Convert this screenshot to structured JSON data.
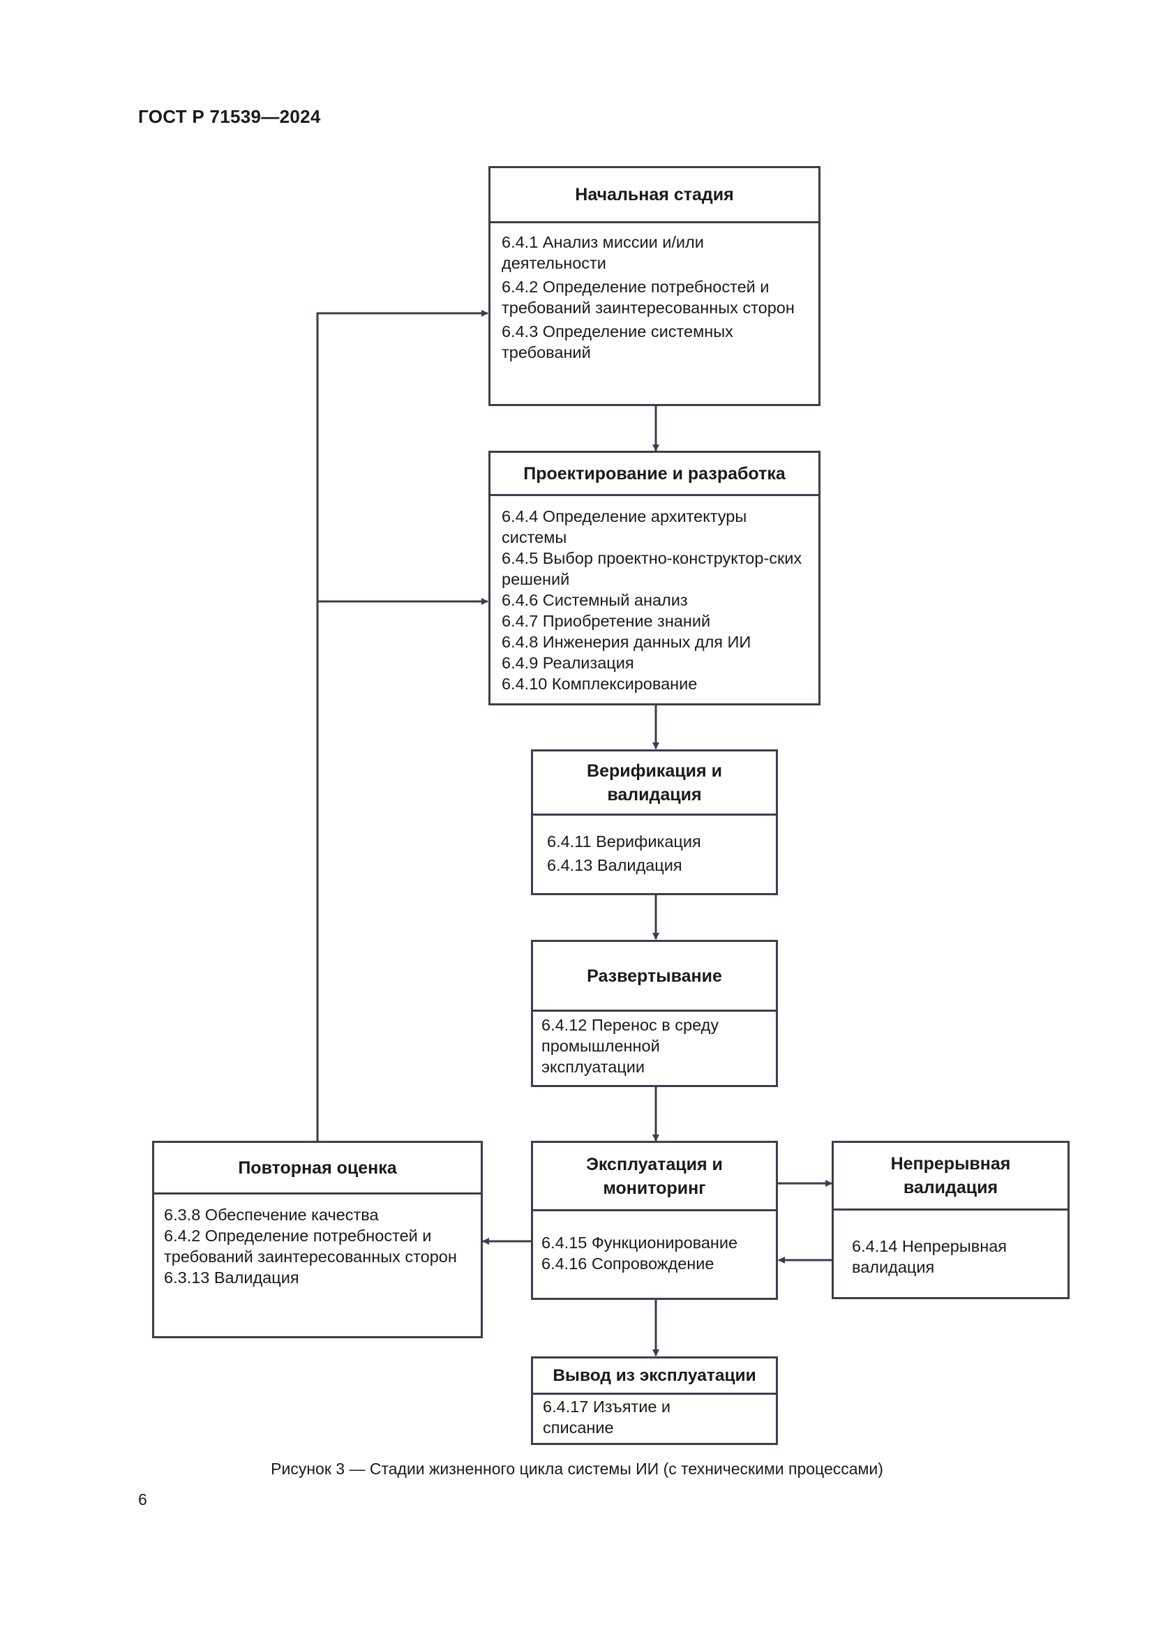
{
  "header": "ГОСТ Р 71539—2024",
  "boxes": {
    "initial": {
      "title": "Начальная стадия",
      "items": [
        "6.4.1 Анализ миссии и/или деятельности",
        "6.4.2 Определение потребностей и требований заинтересованных сторон",
        "6.4.3 Определение системных требований"
      ]
    },
    "design": {
      "title": "Проектирование и разработка",
      "items": [
        "6.4.4 Определение архитектуры системы",
        "6.4.5 Выбор проектно-конструктор-ских решений",
        "6.4.6 Системный анализ",
        "6.4.7 Приобретение знаний",
        "6.4.8 Инженерия данных для ИИ",
        "6.4.9 Реализация",
        "6.4.10 Комплексирование"
      ]
    },
    "verification": {
      "title": "Верификация и валидация",
      "items": [
        "6.4.11 Верификация",
        "6.4.13 Валидация"
      ]
    },
    "deployment": {
      "title": "Развертывание",
      "items": [
        "6.4.12 Перенос в среду промышленной эксплуатации"
      ]
    },
    "operation": {
      "title": "Эксплуатация и мониторинг",
      "items": [
        "6.4.15 Функционирование",
        "6.4.16 Сопровождение"
      ]
    },
    "continuous": {
      "title": "Непрерывная валидация",
      "items": [
        "6.4.14 Непрерывная валидация"
      ]
    },
    "reassessment": {
      "title": "Повторная оценка",
      "items": [
        "6.3.8 Обеспечение качества",
        "6.4.2 Определение потребностей и требований заинтересованных сторон",
        "6.3.13 Валидация"
      ]
    },
    "retirement": {
      "title": "Вывод из эксплуатации",
      "items": [
        "6.4.17 Изъятие и списание"
      ]
    }
  },
  "caption": "Рисунок 3 — Стадии жизненного цикла системы ИИ (с техническими процессами)",
  "page_number": "6"
}
